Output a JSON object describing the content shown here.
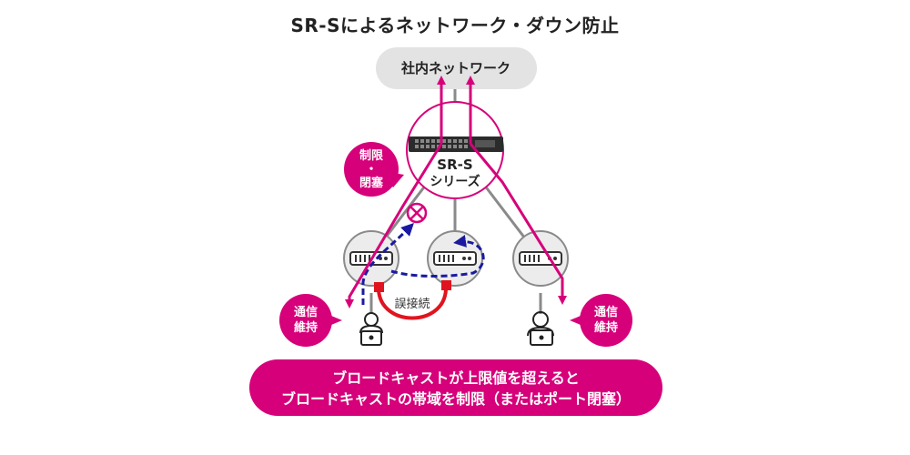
{
  "title": "SR-Sによるネットワーク・ダウン防止",
  "network": {
    "label": "社内ネットワーク"
  },
  "switch": {
    "name": "SR-S",
    "series": "シリーズ"
  },
  "callout_restrict": {
    "line1": "制限",
    "line2": "・",
    "line3": "閉塞"
  },
  "callout_maintain_left": {
    "line1": "通信",
    "line2": "維持"
  },
  "callout_maintain_right": {
    "line1": "通信",
    "line2": "維持"
  },
  "misconnection_label": "誤接続",
  "banner": {
    "line1": "ブロードキャストが上限値を超えると",
    "line2": "ブロードキャストの帯域を制限（またはポート閉塞）"
  },
  "colors": {
    "accent": "#d6007a",
    "loop_blue": "#1a1aa0",
    "loop_red": "#e0141e",
    "node_bg": "#ececec",
    "line_gray": "#8a8a8a"
  }
}
